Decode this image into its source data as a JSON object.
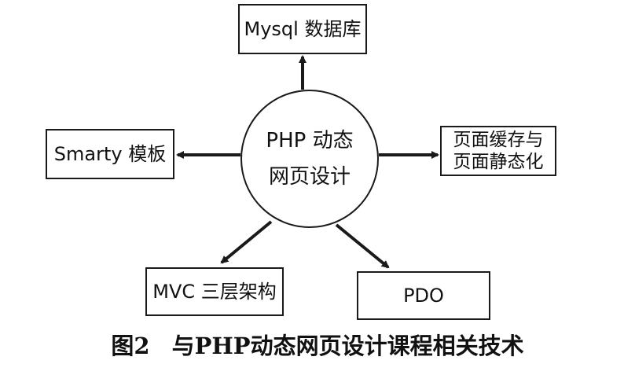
{
  "diagram": {
    "center": {
      "line1": "PHP 动态",
      "line2": "网页设计"
    },
    "nodes": {
      "mysql": "Mysql 数据库",
      "smarty": "Smarty 模板",
      "cache_line1": "页面缓存与",
      "cache_line2": "页面静态化",
      "mvc": "MVC 三层架构",
      "pdo": "PDO"
    },
    "edges": [
      {
        "from": "center",
        "to": "mysql"
      },
      {
        "from": "center",
        "to": "smarty"
      },
      {
        "from": "center",
        "to": "cache"
      },
      {
        "from": "center",
        "to": "mvc"
      },
      {
        "from": "center",
        "to": "pdo"
      }
    ]
  },
  "caption": {
    "figure_number": "图2",
    "text": "与PHP动态网页设计课程相关技术"
  }
}
